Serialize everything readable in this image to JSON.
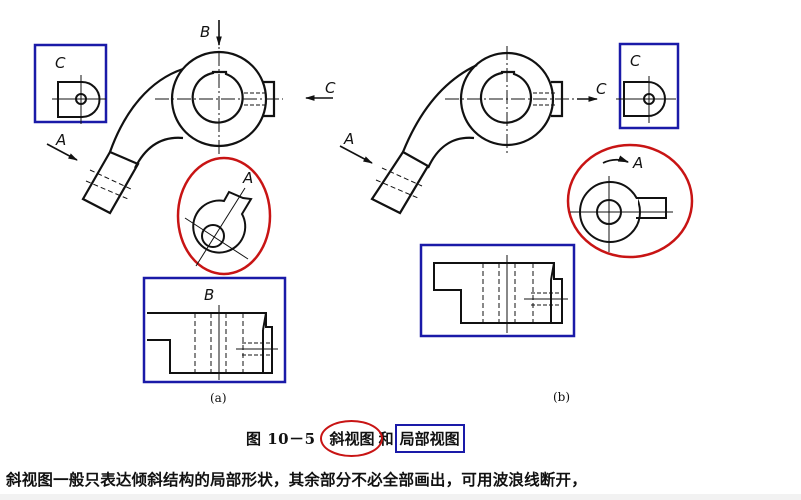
{
  "figure": {
    "panels": [
      {
        "id": "a",
        "label": "(a)",
        "view_labels": {
          "top_arrow": "B",
          "left_arrow": "A",
          "right_arrow": "C"
        },
        "boxed_views": [
          {
            "label": "C",
            "kind": "local-view",
            "highlight": "blue-box"
          },
          {
            "label": "B",
            "kind": "local-view",
            "highlight": "blue-box"
          }
        ],
        "circled_views": [
          {
            "label": "A",
            "kind": "oblique-view",
            "highlight": "red-ellipse"
          }
        ]
      },
      {
        "id": "b",
        "label": "(b)",
        "view_labels": {
          "left_arrow": "A",
          "right_arrow": "C"
        },
        "boxed_views": [
          {
            "label": "C",
            "kind": "local-view",
            "highlight": "blue-box"
          },
          {
            "label": "",
            "kind": "local-view",
            "highlight": "blue-box"
          }
        ],
        "circled_views": [
          {
            "label": "A",
            "kind": "oblique-view-rotated",
            "highlight": "red-ellipse"
          }
        ]
      }
    ],
    "caption": {
      "number": "图 10－5",
      "oblique_term": "斜视图",
      "connector": "和",
      "local_term": "局部视图"
    }
  },
  "body_text": "斜视图一般只表达倾斜结构的局部形状，其余部分不必全部画出，可用波浪线断开，",
  "colors": {
    "ink": "#111111",
    "highlight_red": "#c81414",
    "highlight_blue": "#1a1aa8",
    "background": "#ffffff"
  }
}
